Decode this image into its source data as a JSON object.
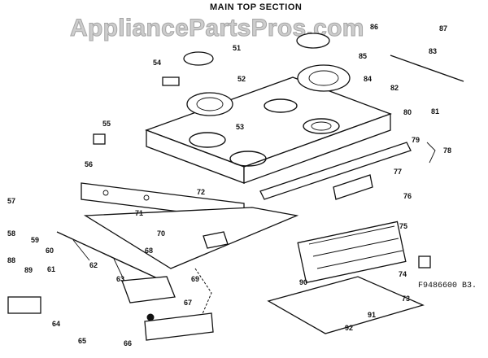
{
  "title": "MAIN TOP SECTION",
  "watermark": "AppliancePartsPros.com",
  "reference_code": "F9486600 B3.",
  "callouts": [
    "51",
    "52",
    "53",
    "54",
    "55",
    "56",
    "57",
    "58",
    "59",
    "60",
    "61",
    "62",
    "63",
    "64",
    "65",
    "66",
    "67",
    "68",
    "69",
    "70",
    "71",
    "72",
    "73",
    "74",
    "75",
    "76",
    "77",
    "78",
    "79",
    "80",
    "81",
    "82",
    "83",
    "84",
    "85",
    "86",
    "87",
    "88",
    "89",
    "90",
    "91",
    "92"
  ]
}
